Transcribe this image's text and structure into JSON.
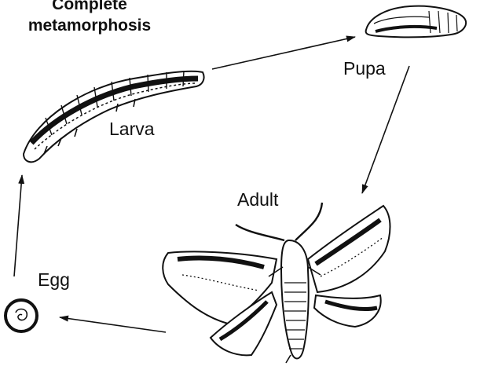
{
  "title": {
    "line1": "Complete",
    "line2": "metamorphosis"
  },
  "stages": {
    "larva": "Larva",
    "pupa": "Pupa",
    "adult": "Adult",
    "egg": "Egg"
  },
  "icons": [
    "larva-drawing",
    "pupa-drawing",
    "moth-drawing",
    "egg-drawing",
    "cycle-arrows"
  ],
  "colors": {
    "ink": "#111111",
    "background": "#ffffff"
  }
}
